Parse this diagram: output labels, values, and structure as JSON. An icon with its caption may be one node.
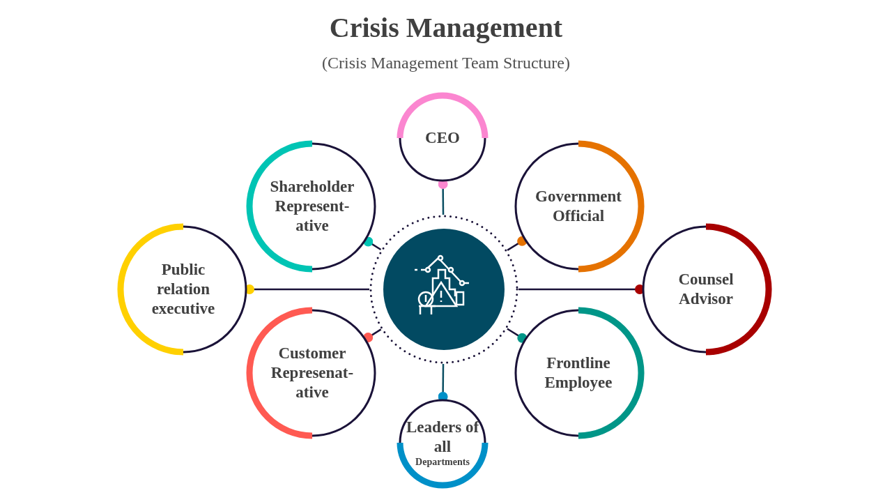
{
  "diagram": {
    "title": "Crisis Management",
    "caption": "(Crisis Management Team Structure)",
    "nodes": [
      {
        "text": [],
        "shape": "picture"
      },
      {
        "text": [
          "CEO"
        ]
      },
      {
        "text": [
          "Shareholder Represent- ative"
        ]
      },
      {
        "text": [
          "Government Official"
        ]
      },
      {
        "text": [
          "Public relation executive"
        ]
      },
      {
        "text": [
          "Counsel Advisor"
        ]
      },
      {
        "text": [
          "Customer Represenat- ative"
        ]
      },
      {
        "text": [
          "Frontline Employee"
        ]
      },
      {
        "text": [
          "Leaders of all",
          "Departments"
        ]
      }
    ],
    "edges": [
      {
        "from": 0,
        "to": 1,
        "arrow": "other",
        "color": "#0b4f63"
      },
      {
        "from": 0,
        "to": 2,
        "arrow": "other"
      },
      {
        "from": 0,
        "to": 3,
        "arrow": "other"
      },
      {
        "from": 0,
        "to": 4,
        "arrow": "other"
      },
      {
        "from": 0,
        "to": 5,
        "arrow": "other"
      },
      {
        "from": 0,
        "to": 6,
        "arrow": "other"
      },
      {
        "from": 0,
        "to": 7,
        "arrow": "other"
      },
      {
        "from": 0,
        "to": 8,
        "arrow": "other",
        "color": "#0b4f63"
      }
    ]
  }
}
